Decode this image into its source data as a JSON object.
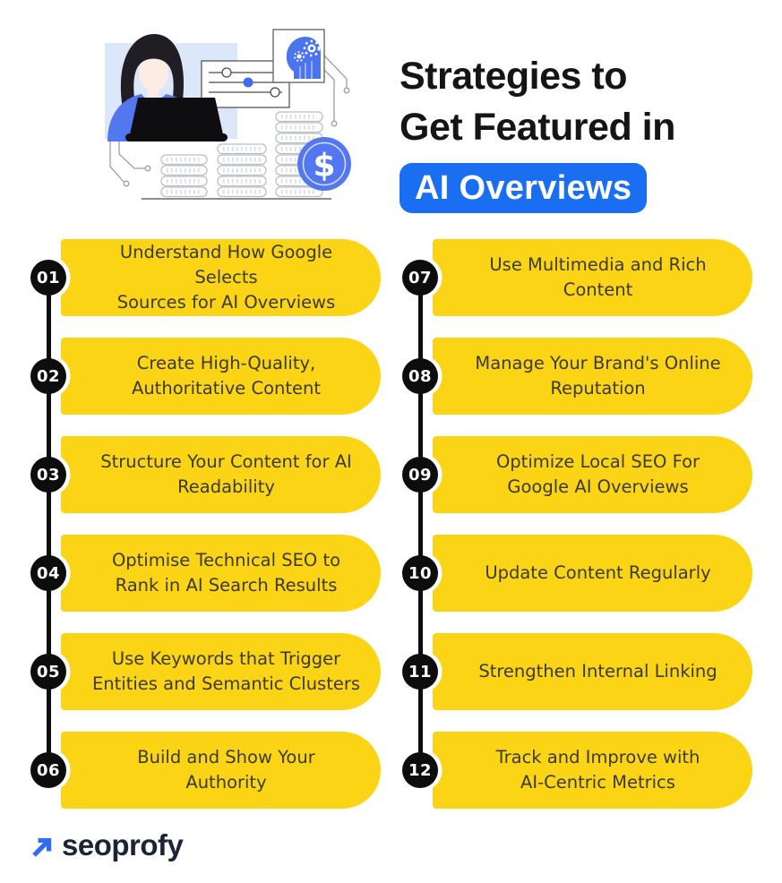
{
  "header": {
    "title_line1": "Strategies to",
    "title_line2": "Get Featured in",
    "badge": "AI Overviews"
  },
  "steps_left": [
    {
      "num": "01",
      "text": "Understand How Google Selects\nSources for AI Overviews"
    },
    {
      "num": "02",
      "text": "Create High-Quality,\nAuthoritative Content"
    },
    {
      "num": "03",
      "text": "Structure Your Content for AI\nReadability"
    },
    {
      "num": "04",
      "text": "Optimise Technical SEO to\nRank in AI Search Results"
    },
    {
      "num": "05",
      "text": "Use Keywords that Trigger\nEntities and Semantic Clusters"
    },
    {
      "num": "06",
      "text": "Build and Show Your\nAuthority"
    }
  ],
  "steps_right": [
    {
      "num": "07",
      "text": "Use Multimedia and Rich\nContent"
    },
    {
      "num": "08",
      "text": "Manage Your Brand's Online\nReputation"
    },
    {
      "num": "09",
      "text": "Optimize Local SEO For\nGoogle AI Overviews"
    },
    {
      "num": "10",
      "text": "Update Content Regularly"
    },
    {
      "num": "11",
      "text": "Strengthen Internal Linking"
    },
    {
      "num": "12",
      "text": "Track and Improve with\nAI-Centric Metrics"
    }
  ],
  "footer": {
    "brand": "seoprofy"
  },
  "illustration": {
    "elements": [
      "woman-with-laptop",
      "slider-panel",
      "ai-head-chip",
      "coin-stacks",
      "dollar-coin",
      "circuit-lines"
    ],
    "dollar_symbol": "$"
  },
  "colors": {
    "card_yellow": "#FBD515",
    "badge_blue": "#1A6EF2",
    "step_circle_black": "#0D0D0D",
    "card_text_dark": "#3B3A33",
    "brand_navy": "#1B2339",
    "arrow_blue": "#2F6BF4",
    "illustration_blue": "#5377EE",
    "light_blue_square": "#DCE7FA"
  }
}
